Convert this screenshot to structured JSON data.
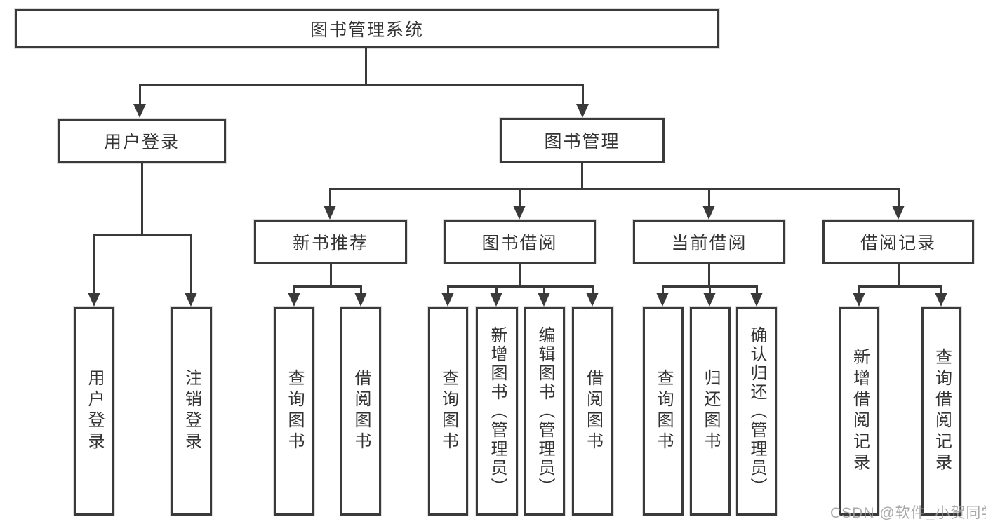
{
  "diagram": {
    "root": {
      "label": "图书管理系统"
    },
    "branches": [
      {
        "label": "用户登录",
        "children": [
          {
            "label": "用户登录"
          },
          {
            "label": "注销登录"
          }
        ]
      },
      {
        "label": "图书管理",
        "children": [
          {
            "label": "新书推荐",
            "children": [
              {
                "label": "查询图书"
              },
              {
                "label": "借阅图书"
              }
            ]
          },
          {
            "label": "图书借阅",
            "children": [
              {
                "label": "查询图书"
              },
              {
                "label": "新增图书（管理员）"
              },
              {
                "label": "编辑图书（管理员）"
              },
              {
                "label": "借阅图书"
              }
            ]
          },
          {
            "label": "当前借阅",
            "children": [
              {
                "label": "查询图书"
              },
              {
                "label": "归还图书"
              },
              {
                "label": "确认归还（管理员）"
              }
            ]
          },
          {
            "label": "借阅记录",
            "children": [
              {
                "label": "新增借阅记录"
              },
              {
                "label": "查询借阅记录"
              }
            ]
          }
        ]
      }
    ],
    "watermark": "CSDN @软件_小贺同学",
    "colors": {
      "line": "#3a3a3a",
      "text": "#333333",
      "watermark": "#9e9e9e",
      "background": "#ffffff"
    }
  }
}
